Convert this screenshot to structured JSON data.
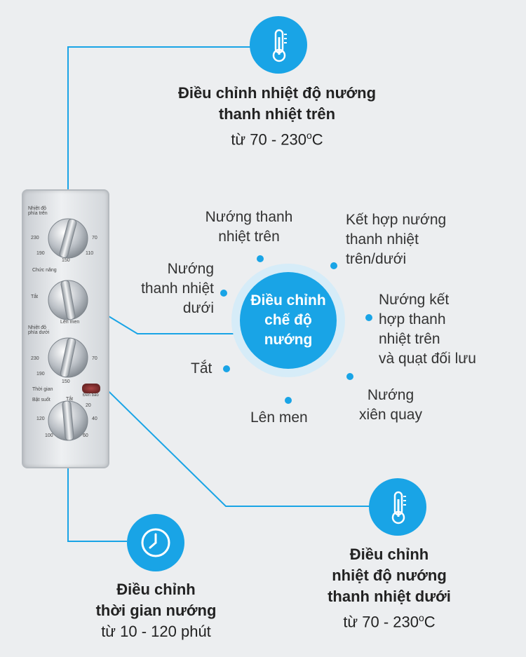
{
  "colors": {
    "accent": "#19a4e6",
    "background": "#eceef0"
  },
  "icons": [
    "thermometer-icon",
    "thermometer-icon",
    "clock-icon"
  ],
  "top_heater": {
    "title_line1": "Điều chỉnh nhiệt độ nướng",
    "title_line2": "thanh nhiệt trên",
    "range_prefix": "từ  70 - 230",
    "range_unit": "C"
  },
  "bottom_heater": {
    "title_line1": "Điều chỉnh",
    "title_line2": "nhiệt độ nướng",
    "title_line3": "thanh nhiệt dưới",
    "range_prefix": "từ  70 - 230",
    "range_unit": "C"
  },
  "timer": {
    "title_line1": "Điều chỉnh",
    "title_line2": "thời gian nướng",
    "range": "từ 10 - 120 phút"
  },
  "mode_center": {
    "line1": "Điều chỉnh",
    "line2": "chế độ",
    "line3": "nướng"
  },
  "modes": {
    "top": [
      "Nướng thanh",
      "nhiệt trên"
    ],
    "combo": [
      "Kết hợp nướng",
      "thanh nhiệt",
      "trên/dưới"
    ],
    "bottom": [
      "Nướng",
      "thanh nhiệt",
      "dưới"
    ],
    "convection": [
      "Nướng kết",
      "hợp thanh",
      "nhiệt trên",
      "và quạt đối lưu"
    ],
    "off": "Tắt",
    "rotisserie": [
      "Nướng",
      "xiên quay"
    ],
    "ferment": "Lên men"
  },
  "panel": {
    "knob1_label": [
      "Nhiệt độ",
      "phía trên"
    ],
    "knob2_label": "Chức năng",
    "knob3_label": [
      "Nhiệt độ",
      "phía dưới"
    ],
    "knob4_label": "Thời gian",
    "temp_marks": [
      "230",
      "70",
      "190",
      "110",
      "150"
    ],
    "mode_marks": [
      "Tắt",
      "Lên men"
    ],
    "time_marks": [
      "Bật suốt",
      "Tắt",
      "20",
      "120",
      "40",
      "100",
      "60"
    ],
    "lamp_label": "Đèn báo"
  }
}
